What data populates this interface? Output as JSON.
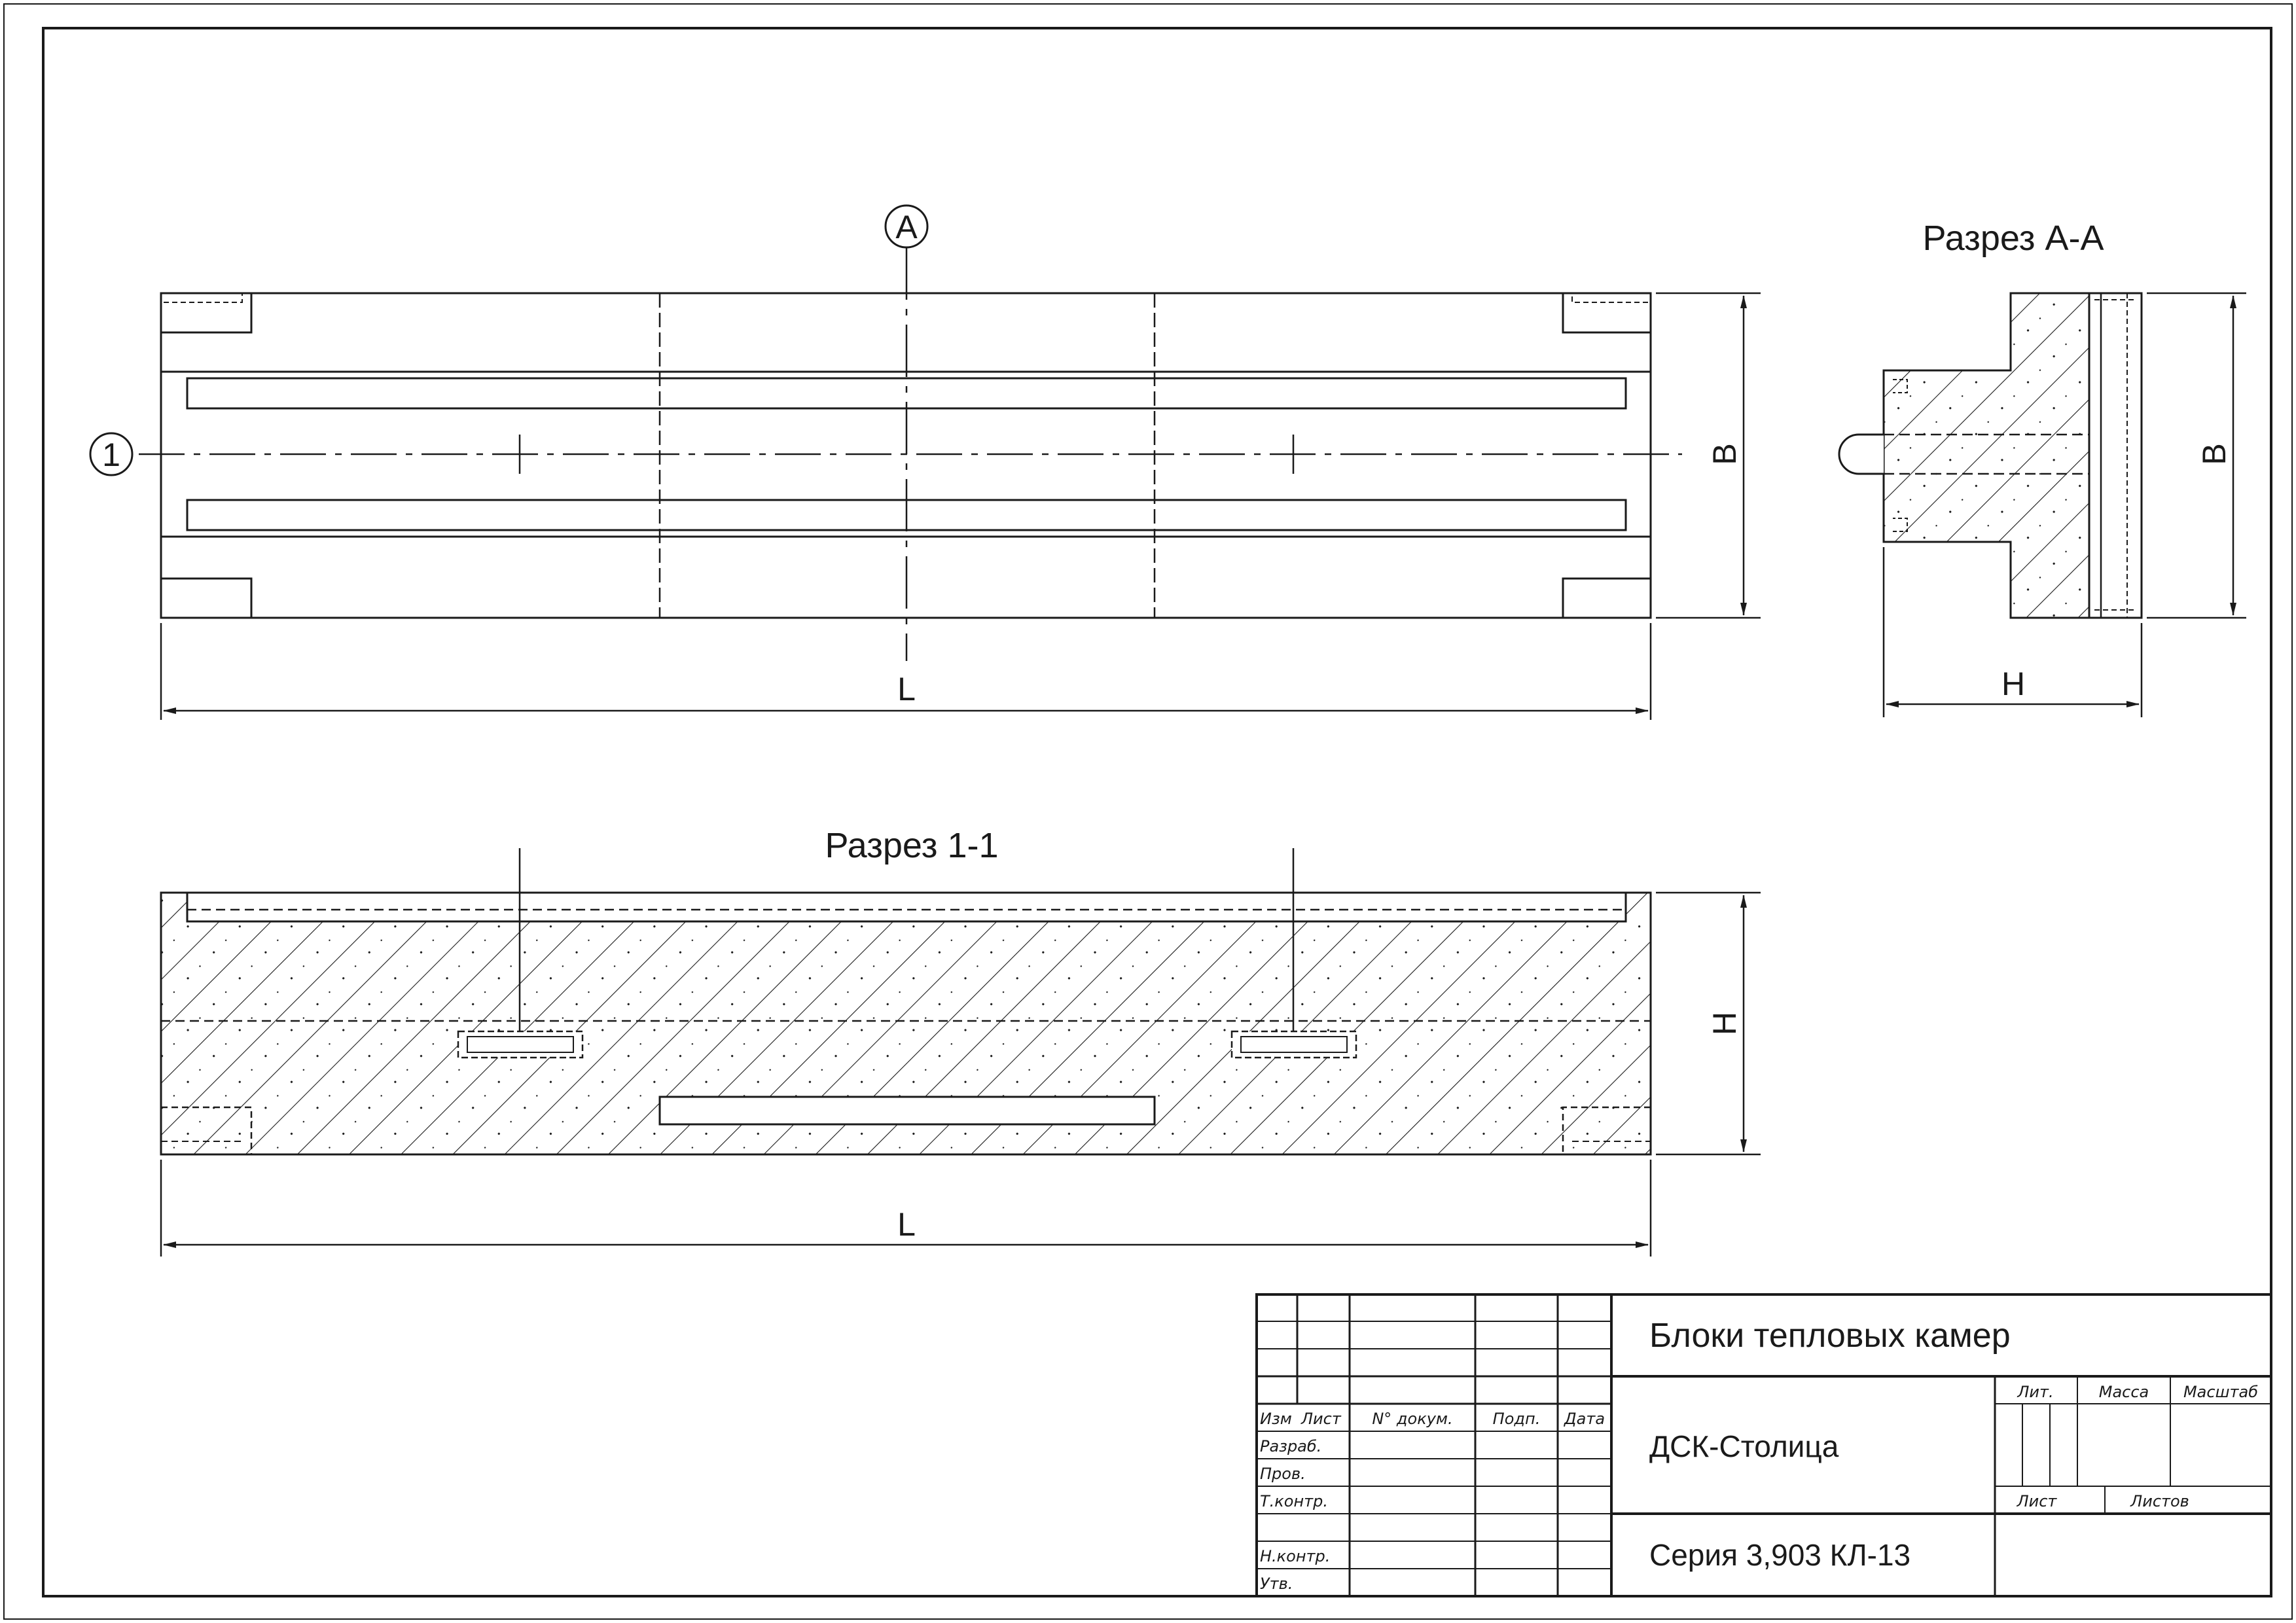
{
  "drawing": {
    "view_marks": {
      "section_a_mark": "А",
      "section_1_mark": "1"
    },
    "dimensions": {
      "length": "L",
      "width": "B",
      "height": "H"
    },
    "section_a_title": "Разрез А-А",
    "section_1_title": "Разрез 1-1"
  },
  "title_block": {
    "title": "Блоки тепловых камер",
    "organization": "ДСК-Столица",
    "designation": "Серия 3,903 КЛ-13",
    "columns": {
      "izm": "Изм",
      "list": "Лист",
      "doc": "N° докум.",
      "sign": "Подп.",
      "date": "Дата"
    },
    "roles": {
      "razrab": "Разраб.",
      "prov": "Пров.",
      "tkontr": "Т.контр.",
      "nkontr": "Н.контр.",
      "utv": "Утв."
    },
    "right": {
      "lit": "Лит.",
      "mass": "Масса",
      "scale": "Масштаб",
      "sheet": "Лист",
      "sheets": "Листов"
    }
  },
  "colors": {
    "line": "#1a1a1a",
    "paper": "#ffffff"
  }
}
